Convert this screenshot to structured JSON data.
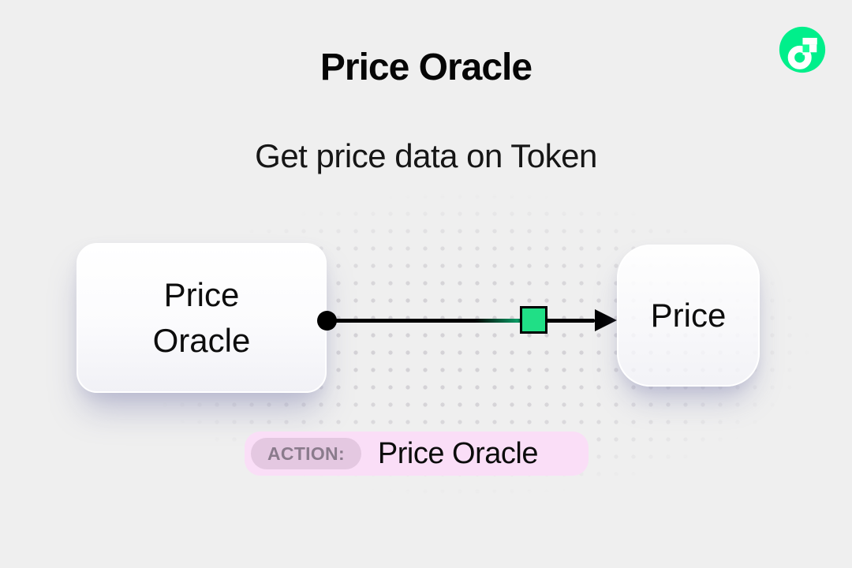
{
  "header": {
    "title": "Price Oracle",
    "subtitle": "Get price data on Token"
  },
  "logo": {
    "name": "Flow",
    "brand_color": "#00EF8B",
    "glyph_accent": "#16FF99"
  },
  "diagram": {
    "nodes": [
      {
        "id": "source",
        "label": "Price Oracle"
      },
      {
        "id": "target",
        "label": "Price"
      }
    ],
    "edge": {
      "from": "source",
      "to": "target",
      "handle_color": "#20DF86",
      "line_color": "#000000"
    }
  },
  "action_badge": {
    "label": "ACTION:",
    "value": "Price Oracle"
  },
  "colors": {
    "background": "#EFEFEF",
    "dot_grid": "#D2D0D4",
    "badge_background": "#FADEF7",
    "badge_pill_background": "#E4C8E1",
    "badge_pill_text": "#8A7B8C",
    "text_primary": "#0C0C0C"
  }
}
